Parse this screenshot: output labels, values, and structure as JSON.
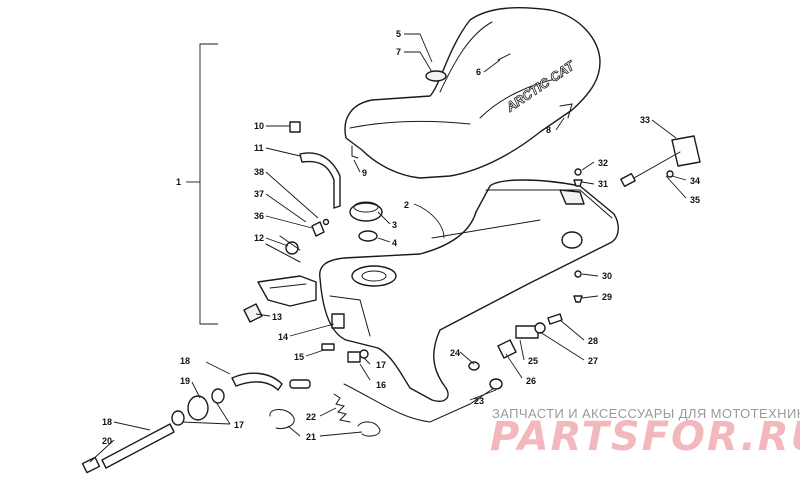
{
  "seat_logo": "ARCTIC CAT",
  "watermark": {
    "tagline": "ЗАПЧАСТИ И АКСЕССУАРЫ ДЛЯ МОТОТЕХНИКИ",
    "brand": "PARTSFOR.RU",
    "color": "#f3b8bd"
  },
  "callouts": {
    "c1": "1",
    "c2": "2",
    "c3": "3",
    "c4": "4",
    "c5": "5",
    "c6": "6",
    "c7": "7",
    "c8": "8",
    "c9": "9",
    "c10": "10",
    "c11": "11",
    "c12": "12",
    "c13": "13",
    "c14": "14",
    "c15": "15",
    "c16": "16",
    "c17a": "17",
    "c17b": "17",
    "c18a": "18",
    "c18b": "18",
    "c19": "19",
    "c20": "20",
    "c21": "21",
    "c22": "22",
    "c23": "23",
    "c24": "24",
    "c25": "25",
    "c26": "26",
    "c27": "27",
    "c28": "28",
    "c29": "29",
    "c30": "30",
    "c31": "31",
    "c32": "32",
    "c33": "33",
    "c34": "34",
    "c35": "35",
    "c36": "36",
    "c37": "37",
    "c38": "38"
  }
}
